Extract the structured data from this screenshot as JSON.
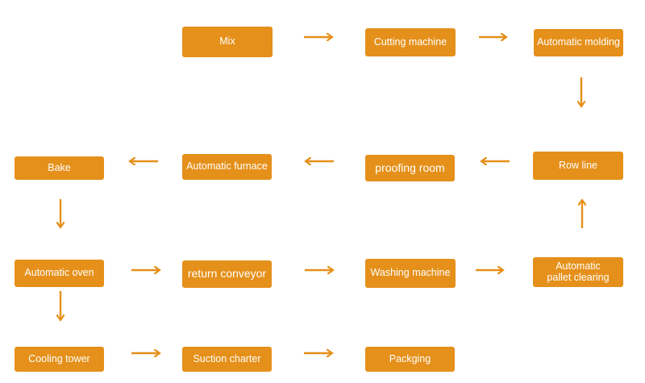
{
  "diagram": {
    "accent_color": "#e5901a",
    "nodes": {
      "mix": "Mix",
      "cutting": "Cutting machine",
      "molding": "Automatic molding",
      "row_line": "Row line",
      "proofing": "proofing room",
      "furnace": "Automatic furnace",
      "bake": "Bake",
      "oven": "Automatic oven",
      "return_conveyor": "return conveyor",
      "washing": "Washing machine",
      "pallet_clearing": "Automatic\npallet clearing",
      "cooling": "Cooling tower",
      "suction": "Suction charter",
      "packing": "Packging"
    }
  }
}
